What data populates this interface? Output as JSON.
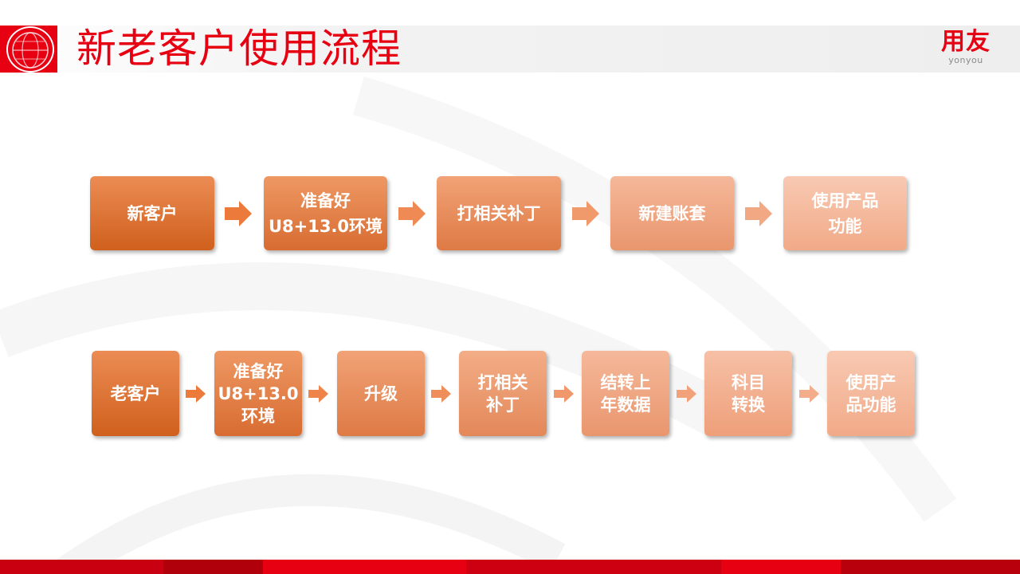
{
  "title": "新老客户使用流程",
  "logo": {
    "cn": "用友",
    "en": "yonyou"
  },
  "new_customer_flow": [
    "新客户",
    "准备好\nU8+13.0环境",
    "打相关补丁",
    "新建账套",
    "使用产品\n功能"
  ],
  "old_customer_flow": [
    "老客户",
    "准备好\nU8+13.0\n环境",
    "升级",
    "打相关\n补丁",
    "结转上\n年数据",
    "科目\n转换",
    "使用产\n品功能"
  ],
  "colors": {
    "brand_red": "#e60012",
    "arrow_orange": "#ec7a3a"
  }
}
